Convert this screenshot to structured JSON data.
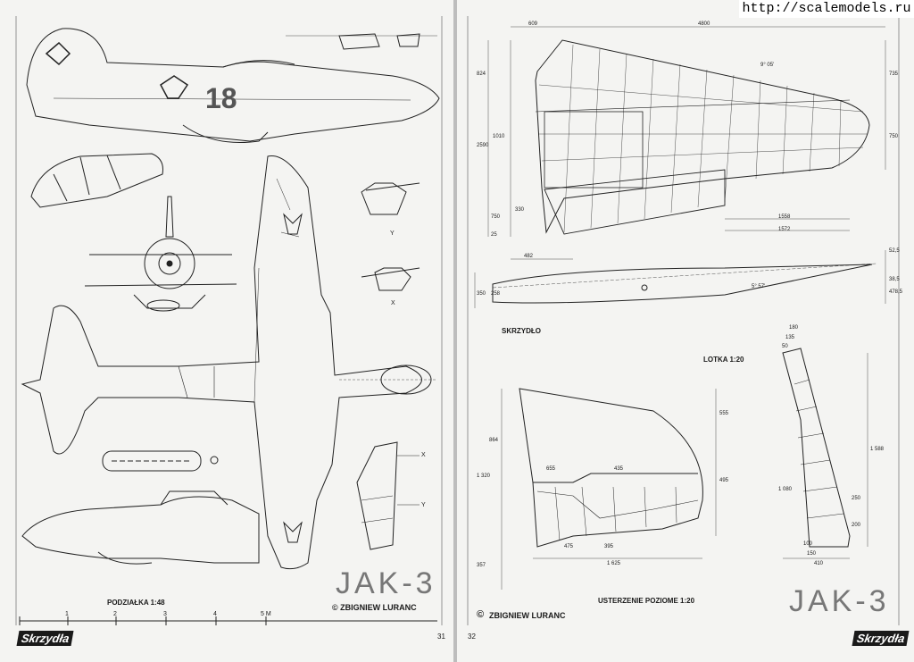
{
  "watermark": "http://scalemodels.ru",
  "left_page": {
    "title": "JAK-3",
    "copyright": "© ZBIGNIEW LURANC",
    "scale_label": "PODZIAŁKA 1:48",
    "scale_ticks": [
      "1",
      "2",
      "3",
      "4",
      "5 M"
    ],
    "fuselage_number": "18",
    "view_labels": [
      "Y",
      "X",
      "X",
      "Y"
    ],
    "page_number": "31",
    "logo": "Skrzydła"
  },
  "right_page": {
    "title": "JAK-3",
    "copyright": "ZBIGNIEW LURANC",
    "wing_label": "SKRZYDŁO",
    "aileron_label": "LOTKA 1:20",
    "tailplane_label": "USTERZENIE POZIOME 1:20",
    "page_number": "32",
    "logo": "Skrzydła",
    "wing_dims": [
      "609",
      "4800",
      "9° 05'",
      "824",
      "735",
      "2590",
      "1010",
      "750",
      "330",
      "750",
      "25",
      "1558",
      "1572",
      "482",
      "52,5",
      "350",
      "258",
      "5° 57'",
      "38,5",
      "478,5"
    ],
    "aileron_dims": [
      "180",
      "135",
      "50",
      "1 588",
      "1 080",
      "250",
      "200",
      "100",
      "150",
      "410"
    ],
    "tail_dims": [
      "555",
      "864",
      "495",
      "1 320",
      "655",
      "435",
      "475",
      "395",
      "1 625",
      "357"
    ]
  }
}
